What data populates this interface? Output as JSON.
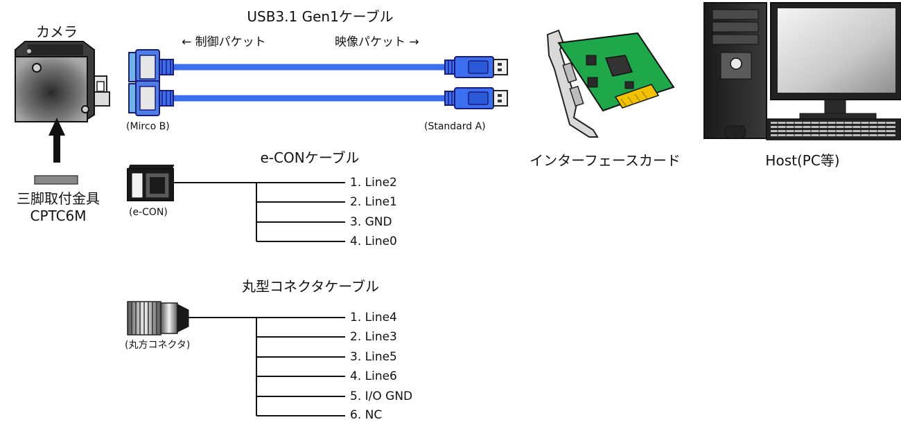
{
  "camera": {
    "label": "カメラ"
  },
  "tripod": {
    "line1": "三脚取付金具",
    "line2": "CPTC6M"
  },
  "usb": {
    "title": "USB3.1 Gen1ケーブル",
    "control_packet": "← 制御パケット",
    "video_packet": "映像パケット →",
    "left_connector": "(Mirco B)",
    "right_connector": "(Standard A)",
    "cable_color": "#3b6ff0"
  },
  "interface_card": {
    "label": "インターフェースカード",
    "pcb_color": "#1fa84a"
  },
  "host": {
    "label": "Host(PC等)"
  },
  "econ": {
    "title": "e-CONケーブル",
    "connector": "(e-CON)",
    "pins": [
      "1. Line2",
      "2. Line1",
      "3. GND",
      "4. Line0"
    ]
  },
  "round": {
    "title": "丸型コネクタケーブル",
    "connector": "(丸方コネクタ)",
    "pins": [
      "1. Line4",
      "2. Line3",
      "3. Line5",
      "4. Line6",
      "5. I/O GND",
      "6. NC"
    ]
  }
}
